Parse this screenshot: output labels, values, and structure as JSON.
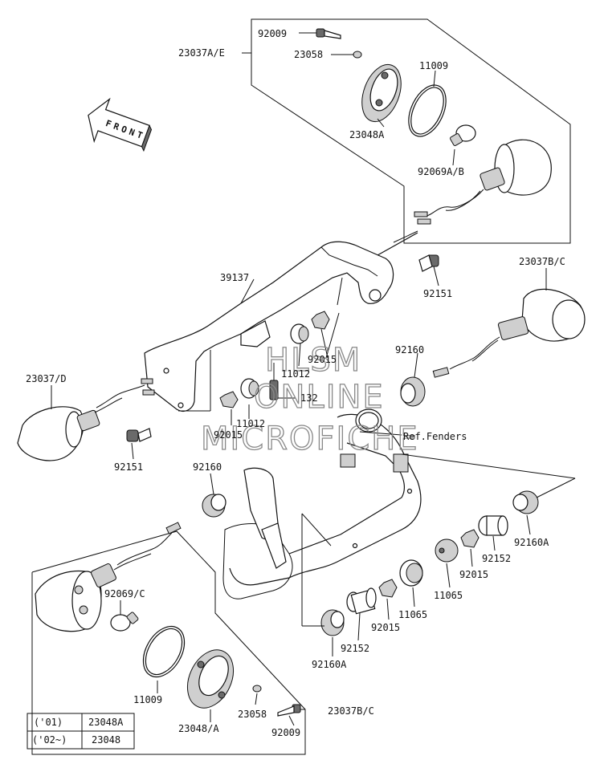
{
  "front_label": "FRONT",
  "watermark": [
    "HLSM",
    "ONLINE",
    "MICROFICHE"
  ],
  "callouts": {
    "p92009_top": "92009",
    "p23037ae": "23037A/E",
    "p23058_top": "23058",
    "p11009_top": "11009",
    "p23048a_top": "23048A",
    "p92069ab": "92069A/B",
    "p39137": "39137",
    "p92151_right": "92151",
    "p23037bc_right": "23037B/C",
    "p92015_a": "92015",
    "p11012_a": "11012",
    "p92160_right": "92160",
    "p23037d": "23037/D",
    "p132": "132",
    "p11012_b": "11012",
    "p92015_b": "92015",
    "p_ref_fenders": "Ref.Fenders",
    "p92151_left": "92151",
    "p92160_left": "92160",
    "p92160a_right": "92160A",
    "p92152_right": "92152",
    "p92015_c": "92015",
    "p11065_a": "11065",
    "p92069c": "92069/C",
    "p11065_b": "11065",
    "p92015_d": "92015",
    "p92152_bottom": "92152",
    "p92160a_bottom": "92160A",
    "p11009_bottom": "11009",
    "p23058_bottom": "23058",
    "p23048a_bottom": "23048/A",
    "p23037bc_bottom": "23037B/C",
    "p92009_bottom": "92009"
  },
  "legend_table": {
    "rows": [
      {
        "year": "('01)",
        "part": "23048A"
      },
      {
        "year": "('02~)",
        "part": "23048"
      }
    ]
  }
}
